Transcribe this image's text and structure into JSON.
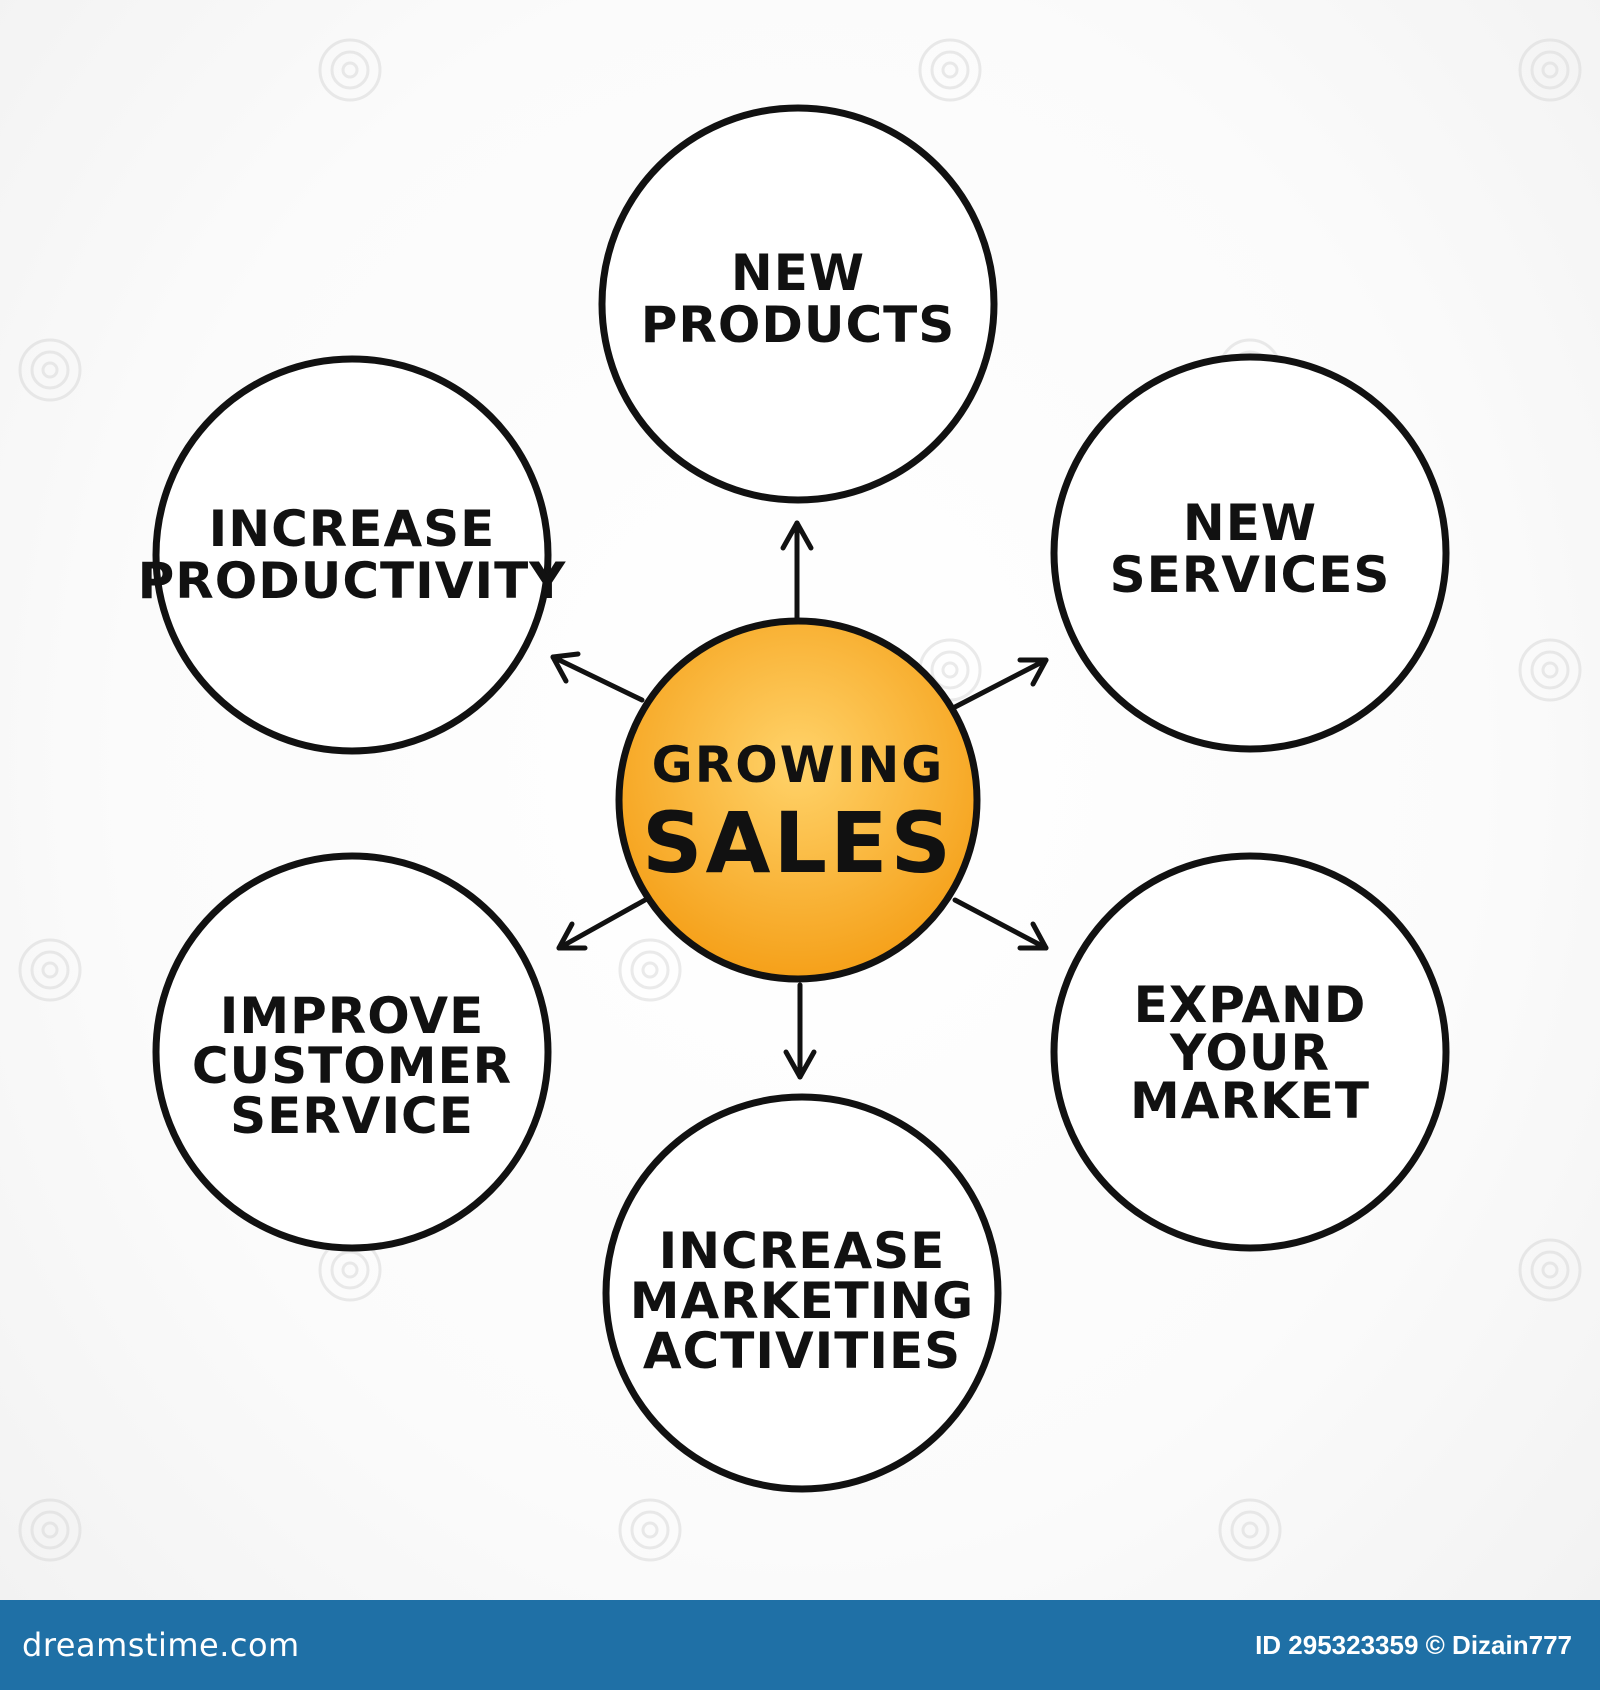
{
  "diagram": {
    "center": {
      "line1": "GROWING",
      "line2": "SALES",
      "fill_color": "#f5a019",
      "fill_highlight": "#ffd36a"
    },
    "nodes": [
      {
        "id": "new-products",
        "lines": [
          "NEW",
          "PRODUCTS"
        ]
      },
      {
        "id": "new-services",
        "lines": [
          "NEW",
          "SERVICES"
        ]
      },
      {
        "id": "expand-your-market",
        "lines": [
          "EXPAND",
          "YOUR",
          "MARKET"
        ]
      },
      {
        "id": "increase-marketing-activities",
        "lines": [
          "INCREASE",
          "MARKETING",
          "ACTIVITIES"
        ]
      },
      {
        "id": "improve-customer-service",
        "lines": [
          "IMPROVE",
          "CUSTOMER",
          "SERVICE"
        ]
      },
      {
        "id": "increase-productivity",
        "lines": [
          "INCREASE",
          "PRODUCTIVITY"
        ]
      }
    ],
    "edges": [
      {
        "from": "center",
        "to": "new-products",
        "directed": true
      },
      {
        "from": "center",
        "to": "new-services",
        "directed": true
      },
      {
        "from": "center",
        "to": "expand-your-market",
        "directed": true
      },
      {
        "from": "center",
        "to": "increase-marketing-activities",
        "directed": true
      },
      {
        "from": "center",
        "to": "improve-customer-service",
        "directed": true
      },
      {
        "from": "center",
        "to": "increase-productivity",
        "directed": true
      }
    ]
  },
  "footer": {
    "brand": "dreamstime.com",
    "credits": "ID 295323359 © Dizain777",
    "background": "#1f70a6"
  }
}
